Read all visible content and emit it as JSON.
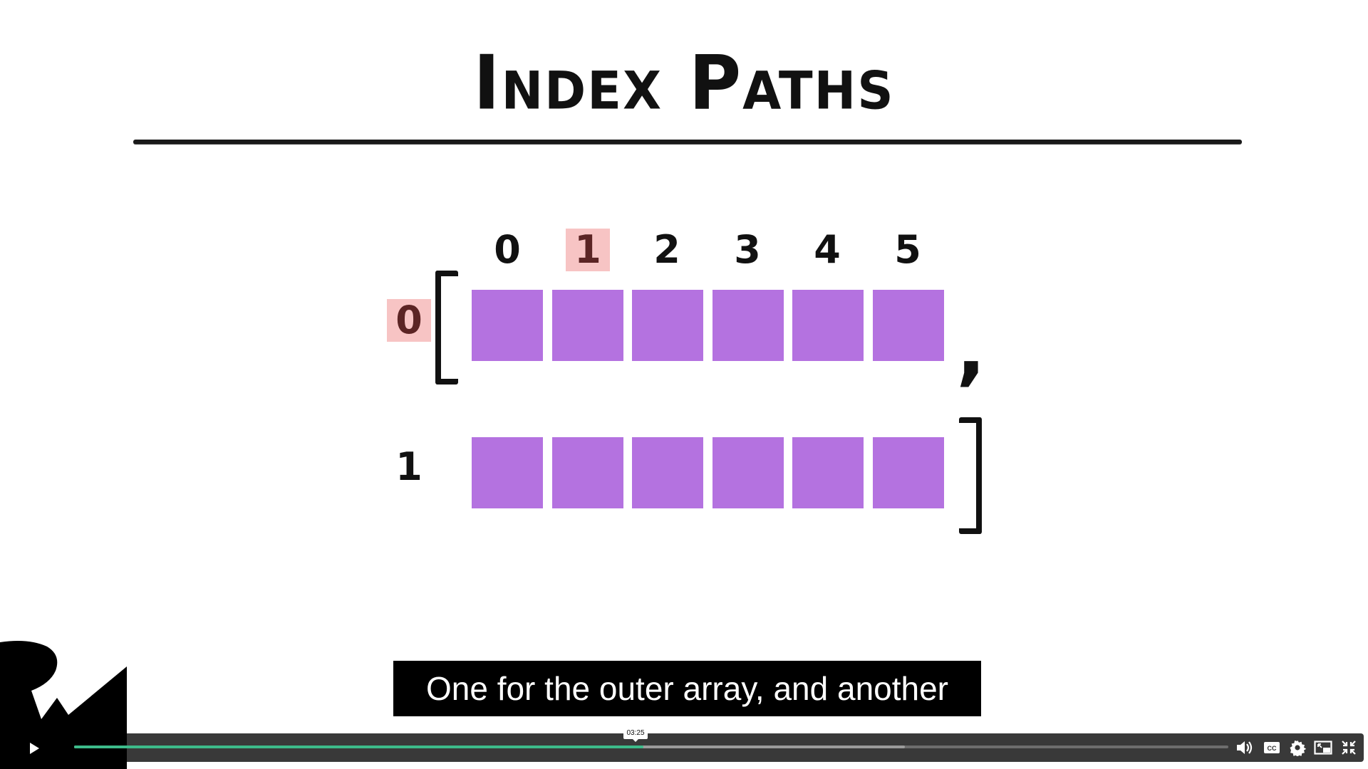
{
  "slide": {
    "title": "Index Paths",
    "column_indices": [
      "0",
      "1",
      "2",
      "3",
      "4",
      "5"
    ],
    "highlighted_column": 1,
    "row_indices": [
      "0",
      "1"
    ],
    "highlighted_row": 0,
    "cells_per_row": 6,
    "punctuation": {
      "comma": ","
    }
  },
  "caption": {
    "text": "One for the outer array, and another"
  },
  "player": {
    "time_tooltip": "03:25",
    "played_fraction": 0.493,
    "buffered_fraction": 0.72,
    "icons": {
      "play": "play-icon",
      "volume": "volume-icon",
      "captions": "cc-icon",
      "settings": "gear-icon",
      "pip": "picture-in-picture-icon",
      "fullscreen_exit": "exit-fullscreen-icon"
    },
    "accent_color": "#3dbb8a"
  },
  "colors": {
    "cell": "#b472e0",
    "highlight_bg": "#f7c4c4",
    "highlight_text": "#5b2424"
  }
}
